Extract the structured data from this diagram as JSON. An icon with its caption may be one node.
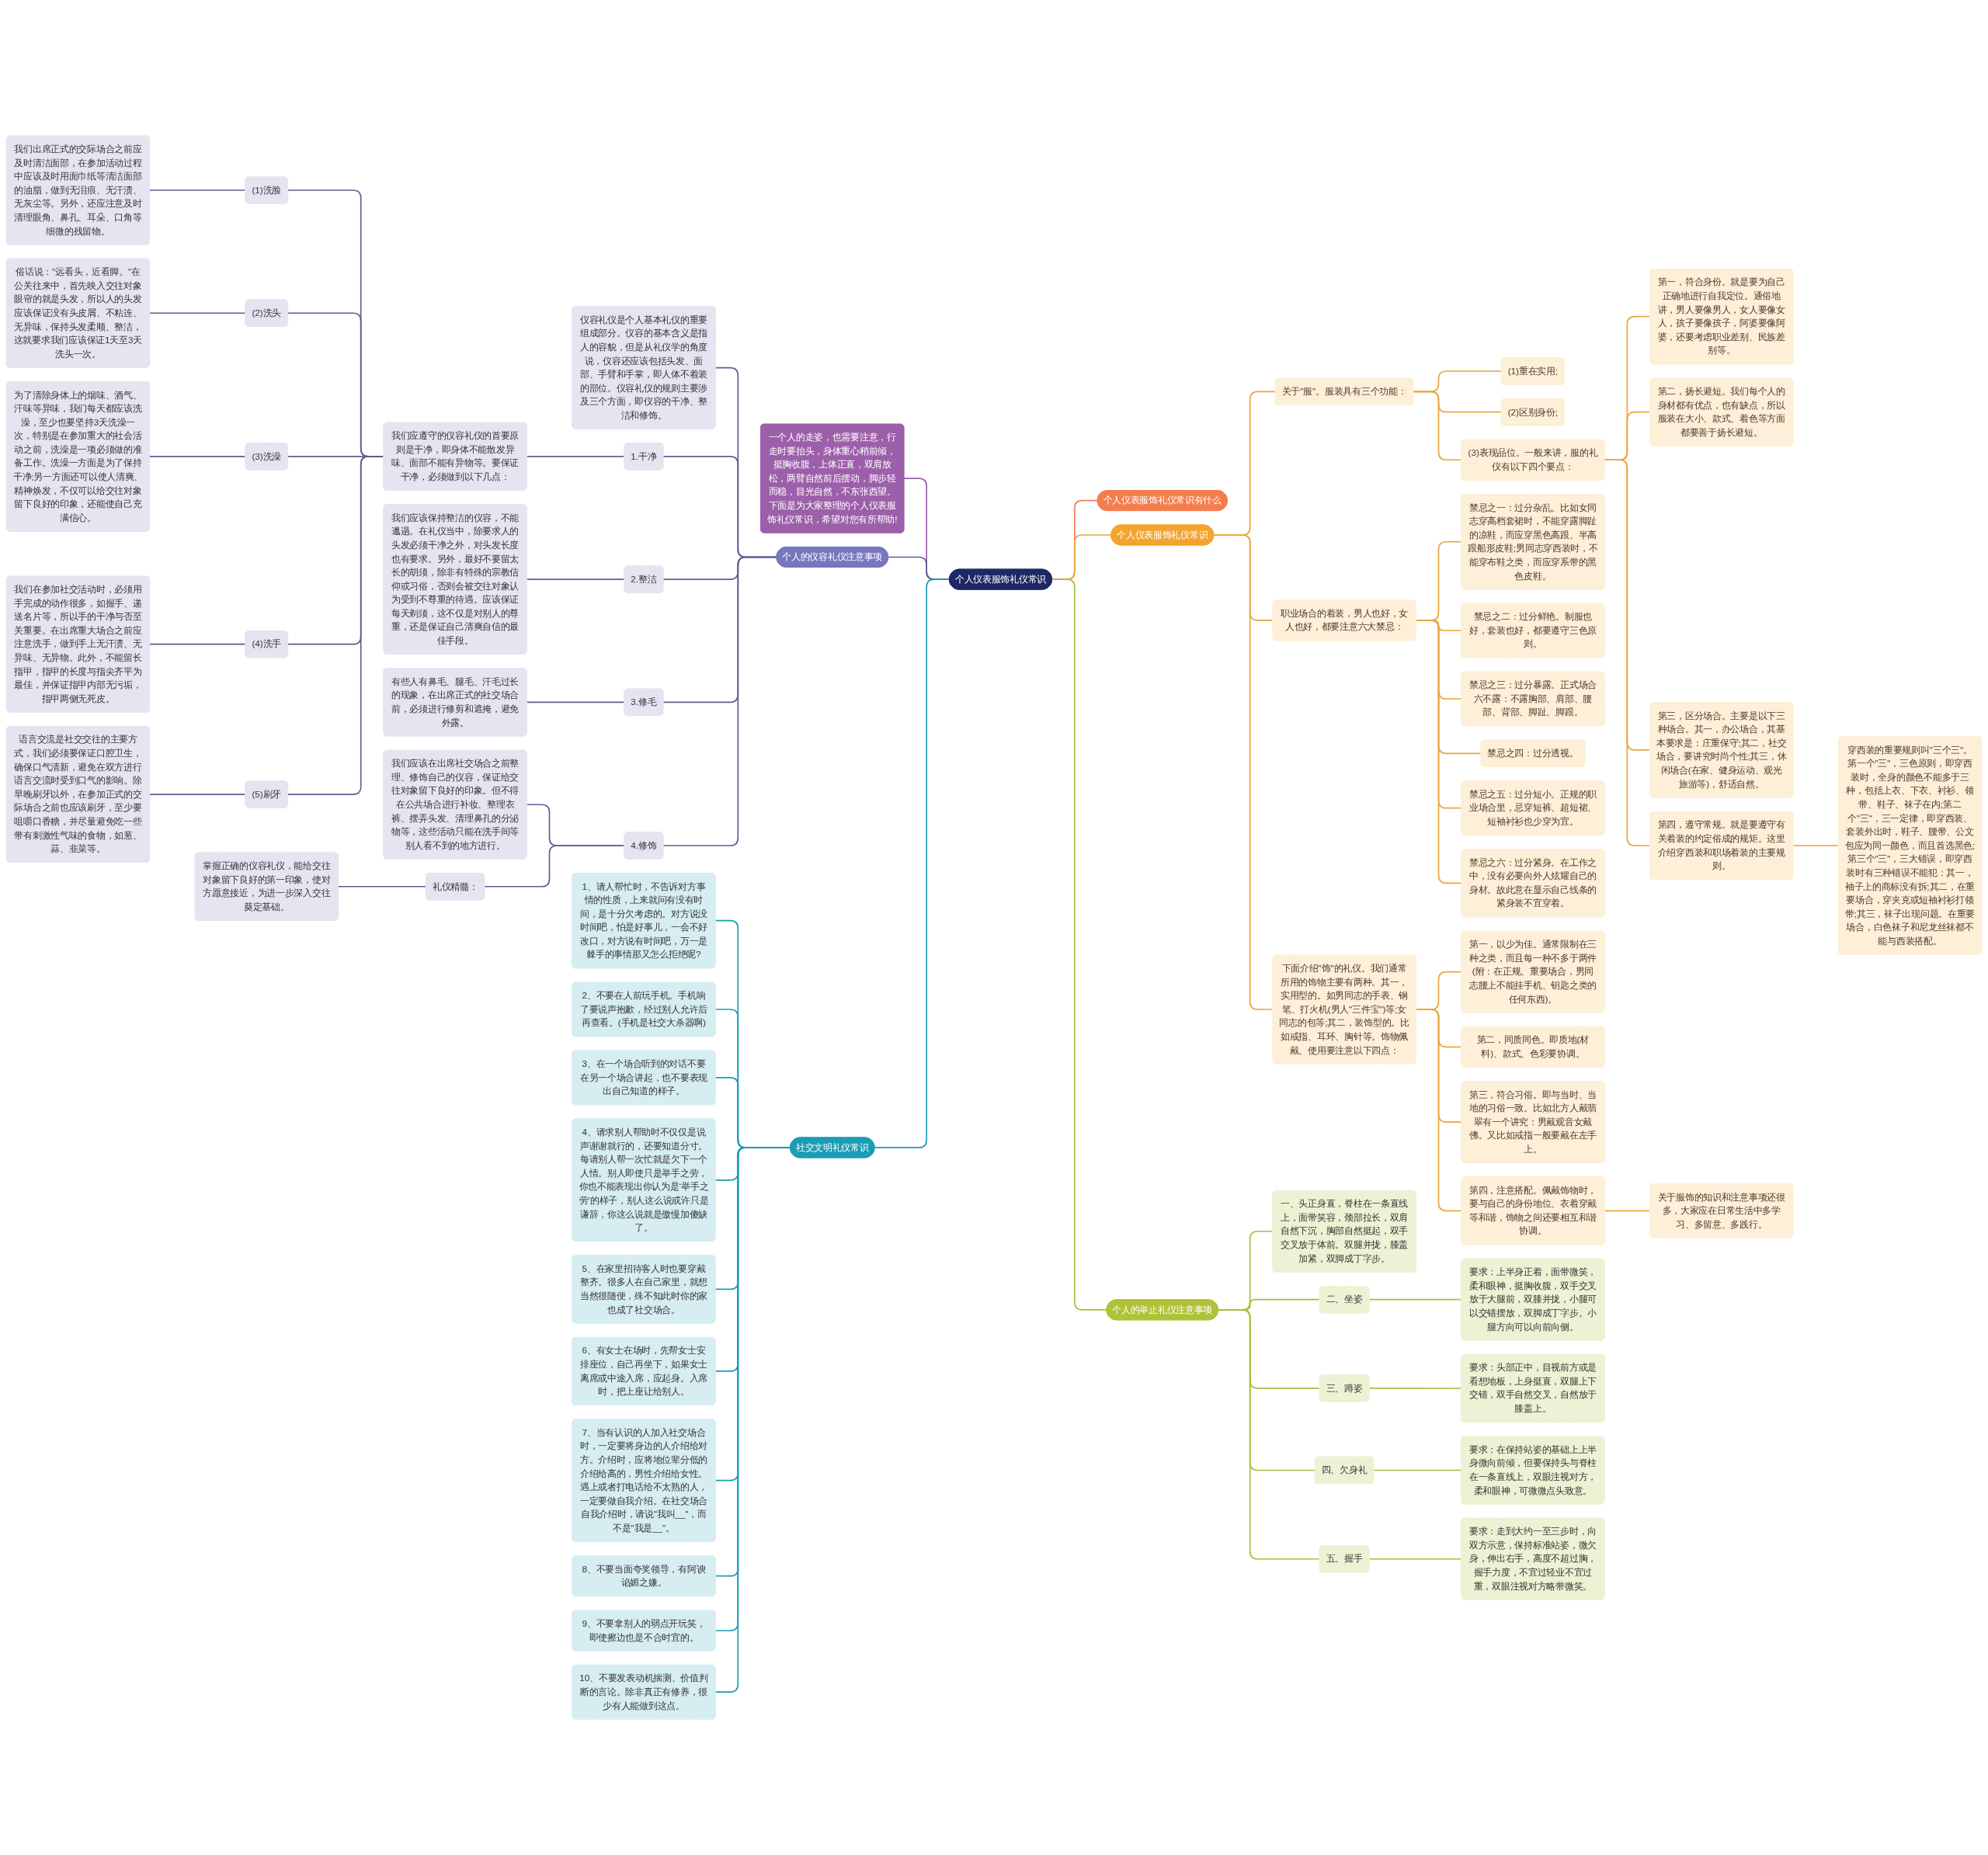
{
  "diagram": {
    "nodes": [
      {
        "text": [
          "个人仪表服饰礼仪常识"
        ]
      },
      {
        "text": [
          "一个人的走姿，也需要注意，行走时要抬头，身体重心稍前倾，挺胸收腹，上体正直，双肩放松，两臂自然前后摆动，脚步轻而稳，目光自然，不东张西望。下面是为大家整理的个人仪表服饰礼仪常识，希望对您有所帮助!"
        ]
      },
      {
        "text": [
          "个人仪表服饰礼仪常识有什么"
        ]
      },
      {
        "text": [
          "个人的仪容礼仪注意事项"
        ]
      },
      {
        "text": [
          "仪容礼仪是个人基本礼仪的重要组成部分。仪容的基本含义是指人的容貌，但是从礼仪学的角度说，仪容还应该包括头发、面部、手臂和手掌，即人体不着装的部位。仪容礼仪的规则主要涉及三个方面，即仪容的干净、整洁和修饰。"
        ]
      },
      {
        "text": [
          "1.干净"
        ]
      },
      {
        "text": [
          "我们应遵守的仪容礼仪的首要原则是干净，即身体不能散发异味、面部不能有异物等。要保证干净，必须做到以下几点："
        ]
      },
      {
        "text": [
          "(1)洗脸"
        ]
      },
      {
        "text": [
          "我们出席正式的交际场合之前应及时清洁面部，在参加活动过程中应该及时用面巾纸等清洁面部的油脂，做到无泪痕、无汗渍、无灰尘等。另外，还应注意及时清理眼角、鼻孔、耳朵、口角等细微的残留物。"
        ]
      },
      {
        "text": [
          "(2)洗头"
        ]
      },
      {
        "text": [
          "俗话说：\"远看头，近看脚。\"在公关往来中，首先映入交往对象眼帘的就是头发，所以人的头发应该保证没有头皮屑、不粘连、无异味，保持头发柔顺、整洁，这就要求我们应该保证1天至3天洗头一次。"
        ]
      },
      {
        "text": [
          "(3)洗澡"
        ]
      },
      {
        "text": [
          "为了清除身体上的烟味、酒气、汗味等异味，我们每天都应该洗澡，至少也要坚持3天洗澡一次，特别是在参加重大的社会活动之前，洗澡是一项必须做的准备工作。洗澡一方面是为了保持干净;另一方面还可以使人清爽、精神焕发，不仅可以给交往对象留下良好的印象，还能使自己充满信心。"
        ]
      },
      {
        "text": [
          "(4)洗手"
        ]
      },
      {
        "text": [
          "我们在参加社交活动时，必须用手完成的动作很多，如握手、递送名片等，所以手的干净与否至关重要。在出席重大场合之前应注意洗手，做到手上无汗渍、无异味、无异物。此外，不能留长指甲，指甲的长度与指尖齐平为最佳，并保证指甲内部无污垢，指甲两侧无死皮。"
        ]
      },
      {
        "text": [
          "(5)刷牙"
        ]
      },
      {
        "text": [
          "语言交流是社交交往的主要方式，我们必须要保证口腔卫生，确保口气清新，避免在双方进行语言交流时受到口气的影响。除早晚刷牙以外，在参加正式的交际场合之前也应该刷牙，至少要咀嚼口香糖，并尽量避免吃一些带有刺激性气味的食物，如葱、蒜、韭菜等。"
        ]
      },
      {
        "text": [
          "2.整洁"
        ]
      },
      {
        "text": [
          "我们应该保持整洁的仪容，不能邋遢。在礼仪当中，除要求人的头发必须干净之外，对头发长度也有要求。另外，最好不要留太长的胡须，除非有特殊的宗教信仰或习俗，否则会被交往对象认为受到不尊重的待遇。应该保证每天剃须，这不仅是对别人的尊重，还是保证自己清爽自信的最佳手段。"
        ]
      },
      {
        "text": [
          "3.修毛"
        ]
      },
      {
        "text": [
          "有些人有鼻毛、腿毛、汗毛过长的现象，在出席正式的社交场合前，必须进行修剪和遮掩，避免外露。"
        ]
      },
      {
        "text": [
          "4.修饰"
        ]
      },
      {
        "text": [
          "我们应该在出席社交场合之前整理、修饰自己的仪容，保证给交往对象留下良好的印象。但不得在公共场合进行补妆、整理衣裤、摆弄头发、清理鼻孔的分泌物等，这些活动只能在洗手间等别人看不到的地方进行。"
        ]
      },
      {
        "text": [
          "礼仪精髓："
        ]
      },
      {
        "text": [
          "掌握正确的仪容礼仪，能给交往对象留下良好的第一印象，使对方愿意接近，为进一步深入交往奠定基础。"
        ]
      },
      {
        "text": [
          "个人仪表服饰礼仪常识"
        ]
      },
      {
        "text": [
          "关于\"服\"。服装具有三个功能："
        ]
      },
      {
        "text": [
          "(1)重在实用;"
        ]
      },
      {
        "text": [
          "(2)区别身份;"
        ]
      },
      {
        "text": [
          "(3)表现品位。一般来讲，服的礼仪有以下四个要点："
        ]
      },
      {
        "text": [
          "第一，符合身份。就是要为自己正确地进行自我定位。通俗地讲，男人要像男人，女人要像女人，孩子要像孩子，阿婆要像阿婆，还要考虑职业差别、民族差别等。"
        ]
      },
      {
        "text": [
          "第二，扬长避短。我们每个人的身材都有优点，也有缺点，所以服装在大小、款式、着色等方面都要善于扬长避短。"
        ]
      },
      {
        "text": [
          "第三，区分场合。主要是以下三种场合。其一，办公场合，其基本要求是：庄重保守;其二，社交场合，要讲究时尚个性;其三，休闲场合(在家、健身运动、观光旅游等)，舒适自然。"
        ]
      },
      {
        "text": [
          "第四，遵守常规。就是要遵守有关着装的约定俗成的规矩。这里介绍穿西装和职场着装的主要规则。"
        ]
      },
      {
        "text": [
          "穿西装的重要规则叫\"三个三\"。第一个\"三\"，三色原则，即穿西装时，全身的颜色不能多于三种，包括上衣、下衣、衬衫、领带、鞋子、袜子在内;第二个\"三\"，三一定律，即穿西装、套装外出时，鞋子、腰带、公文包应为同一颜色，而且首选黑色;第三个\"三\"，三大错误，即穿西装时有三种错误不能犯：其一，袖子上的商标没有拆;其二，在重要场合，穿夹克或短袖衬衫打领带;其三，袜子出现问题。在重要场合，白色袜子和尼龙丝袜都不能与西装搭配。"
        ]
      },
      {
        "text": [
          "职业场合的着装，男人也好，女人也好，都要注意六大禁忌："
        ]
      },
      {
        "text": [
          "禁忌之一：过分杂乱。比如女同志穿高档套裙时，不能穿露脚趾的凉鞋，而应穿黑色高跟、半高跟船形皮鞋;男同志穿西装时，不能穿布鞋之类，而应穿系带的黑色皮鞋。"
        ]
      },
      {
        "text": [
          "禁忌之二：过分鲜艳。制服也好，套装也好，都要遵守三色原则。"
        ]
      },
      {
        "text": [
          "禁忌之三：过分暴露。正式场合六不露：不露胸部、肩部、腰部、背部、脚趾、脚跟。"
        ]
      },
      {
        "text": [
          "禁忌之四：过分透视。"
        ]
      },
      {
        "text": [
          "禁忌之五：过分短小。正规的职业场合里，忌穿短裤、超短裙、短袖衬衫也少穿为宜。"
        ]
      },
      {
        "text": [
          "禁忌之六：过分紧身。在工作之中，没有必要向外人炫耀自己的身材。故此意在显示自己线条的紧身装不宜穿着。"
        ]
      },
      {
        "text": [
          "下面介绍\"饰\"的礼仪。我们通常所用的饰物主要有两种。其一，实用型的。如男同志的手表、钢笔、打火机(男人\"三件宝\")等;女同志的包等;其二，装饰型的。比如戒指、耳环、胸针等。饰物佩戴、使用要注意以下四点："
        ]
      },
      {
        "text": [
          "第一，以少为佳。通常限制在三种之类，而且每一种不多于两件(附：在正规、重要场合，男同志腰上不能挂手机、钥匙之类的任何东西)。"
        ]
      },
      {
        "text": [
          "第二，同质同色。即质地(材料)、款式、色彩要协调。"
        ]
      },
      {
        "text": [
          "第三，符合习俗。即与当时、当地的习俗一致。比如北方人戴翡翠有一个讲究：男戴观音女戴佛。又比如戒指一般要戴在左手上。"
        ]
      },
      {
        "text": [
          "第四，注意搭配。佩戴饰物时，要与自己的身份地位、衣着穿戴等和谐，饰物之间还要相互和谐协调。"
        ]
      },
      {
        "text": [
          "关于服饰的知识和注意事项还很多，大家应在日常生活中多学习、多留意、多践行。"
        ]
      },
      {
        "text": [
          "社交文明礼仪常识"
        ]
      },
      {
        "text": [
          "1、请人帮忙时，不告诉对方事情的性质，上来就问有没有时间，是十分欠考虑的。对方说没时间吧，怕是好事儿，一会不好改口，对方说有时间吧，万一是棘手的事情那又怎么拒绝呢?"
        ]
      },
      {
        "text": [
          "2、不要在人前玩手机。手机响了要说声抱歉，经过别人允许后再查看。(手机是社交大杀器啊)"
        ]
      },
      {
        "text": [
          "3、在一个场合听到的对话不要在另一个场合讲起，也不要表现出自己知道的样子。"
        ]
      },
      {
        "text": [
          "4、请求别人帮助时不仅仅是说声谢谢就行的，还要知道分寸。每请别人帮一次忙就是欠下一个人情。别人即使只是举手之劳，你也不能表现出你认为是‘举手之劳’的样子，别人这么说或许只是谦辞，你这么说就是傲慢加傻缺了。"
        ]
      },
      {
        "text": [
          "5、在家里招待客人时也要穿戴整齐。很多人在自己家里，就想当然很随便，殊不知此时你的家也成了社交场合。"
        ]
      },
      {
        "text": [
          "6、有女士在场时，先帮女士安排座位，自己再坐下，如果女士离席或中途入席，应起身。入席时，把上座让给别人。"
        ]
      },
      {
        "text": [
          "7、当有认识的人加入社交场合时，一定要将身边的人介绍给对方。介绍时，应将地位辈分低的介绍给高的，男性介绍给女性。遇上或者打电话给不太熟的人，一定要做自我介绍。在社交场合自我介绍时，请说\"我叫__\"，而不是\"我是__\"。"
        ]
      },
      {
        "text": [
          "8、不要当面夸奖领导，有阿谀谄媚之嫌。"
        ]
      },
      {
        "text": [
          "9、不要拿别人的弱点开玩笑，即使擦边也是不合时宜的。"
        ]
      },
      {
        "text": [
          "10、不要发表动机揣测、价值判断的言论。除非真正有修养，很少有人能做到这点。"
        ]
      },
      {
        "text": [
          "个人的举止礼仪注意事项"
        ]
      },
      {
        "text": [
          "一、头正身直，脊柱在一条直线上，面带笑容，颈部拉长，双肩自然下沉，胸部自然挺起，双手交叉放于体前。双腿并拢，膝盖加紧，双脚成丁字步。"
        ]
      },
      {
        "text": [
          "二、坐姿"
        ]
      },
      {
        "text": [
          "要求：上半身正着，面带微笑，柔和眼神，挺胸收腹，双手交叉放于大腿前，双膝并拢，小腿可以交错摆放，双脚成丁字步。小腿方向可以向前向侧。"
        ]
      },
      {
        "text": [
          "三、蹲姿"
        ]
      },
      {
        "text": [
          "要求：头部正中，目视前方或是看想地板，上身挺直，双腿上下交错，双手自然交叉，自然放于膝盖上。"
        ]
      },
      {
        "text": [
          "四、欠身礼"
        ]
      },
      {
        "text": [
          "要求：在保持站姿的基础上上半身微向前倾，但要保持头与脊柱在一条直线上，双眼注视对方，柔和眼神，可微微点头致意。"
        ]
      },
      {
        "text": [
          "五、握手"
        ]
      },
      {
        "text": [
          "要求：走到大约一至三步时，向双方示意，保持标准站姿，微欠身，伸出右手，高度不超过胸，握手力度，不宜过轻业不宜过重，双眼注视对方略带微笑。"
        ]
      }
    ],
    "edges": [
      {
        "from": 1,
        "to": 0,
        "arrow": "none",
        "color": "#9c5fa9"
      },
      {
        "from": 0,
        "to": 2,
        "arrow": "none",
        "color": "#f47d4e"
      },
      {
        "from": 3,
        "to": 0,
        "arrow": "none",
        "color": "#5e5d90"
      },
      {
        "from": 4,
        "to": 3,
        "arrow": "none",
        "color": "#5e5d90"
      },
      {
        "from": 5,
        "to": 3,
        "arrow": "none",
        "color": "#5e5d90"
      },
      {
        "from": 6,
        "to": 5,
        "arrow": "none",
        "color": "#5e5d90"
      },
      {
        "from": 7,
        "to": 6,
        "arrow": "none",
        "color": "#5e5d90"
      },
      {
        "from": 8,
        "to": 7,
        "arrow": "none",
        "color": "#5e5d90"
      },
      {
        "from": 9,
        "to": 6,
        "arrow": "none",
        "color": "#5e5d90"
      },
      {
        "from": 10,
        "to": 9,
        "arrow": "none",
        "color": "#5e5d90"
      },
      {
        "from": 11,
        "to": 6,
        "arrow": "none",
        "color": "#5e5d90"
      },
      {
        "from": 12,
        "to": 11,
        "arrow": "none",
        "color": "#5e5d90"
      },
      {
        "from": 13,
        "to": 6,
        "arrow": "none",
        "color": "#5e5d90"
      },
      {
        "from": 14,
        "to": 13,
        "arrow": "none",
        "color": "#5e5d90"
      },
      {
        "from": 15,
        "to": 6,
        "arrow": "none",
        "color": "#5e5d90"
      },
      {
        "from": 16,
        "to": 15,
        "arrow": "none",
        "color": "#5e5d90"
      },
      {
        "from": 17,
        "to": 3,
        "arrow": "none",
        "color": "#5e5d90"
      },
      {
        "from": 18,
        "to": 17,
        "arrow": "none",
        "color": "#5e5d90"
      },
      {
        "from": 19,
        "to": 3,
        "arrow": "none",
        "color": "#5e5d90"
      },
      {
        "from": 20,
        "to": 19,
        "arrow": "none",
        "color": "#5e5d90"
      },
      {
        "from": 21,
        "to": 3,
        "arrow": "none",
        "color": "#5e5d90"
      },
      {
        "from": 22,
        "to": 21,
        "arrow": "none",
        "color": "#5e5d90"
      },
      {
        "from": 23,
        "to": 21,
        "arrow": "none",
        "color": "#5e5d90"
      },
      {
        "from": 24,
        "to": 23,
        "arrow": "none",
        "color": "#5e5d90"
      },
      {
        "from": 0,
        "to": 25,
        "arrow": "none"
      },
      {
        "from": 25,
        "to": 26,
        "arrow": "none"
      },
      {
        "from": 26,
        "to": 27,
        "arrow": "none"
      },
      {
        "from": 26,
        "to": 28,
        "arrow": "none"
      },
      {
        "from": 26,
        "to": 29,
        "arrow": "none"
      },
      {
        "from": 29,
        "to": 30,
        "arrow": "none"
      },
      {
        "from": 29,
        "to": 31,
        "arrow": "none"
      },
      {
        "from": 29,
        "to": 32,
        "arrow": "none"
      },
      {
        "from": 29,
        "to": 33,
        "arrow": "none"
      },
      {
        "from": 33,
        "to": 34,
        "arrow": "none"
      },
      {
        "from": 25,
        "to": 35,
        "arrow": "none"
      },
      {
        "from": 35,
        "to": 36,
        "arrow": "none"
      },
      {
        "from": 35,
        "to": 37,
        "arrow": "none"
      },
      {
        "from": 35,
        "to": 38,
        "arrow": "none"
      },
      {
        "from": 35,
        "to": 39,
        "arrow": "none"
      },
      {
        "from": 35,
        "to": 40,
        "arrow": "none"
      },
      {
        "from": 35,
        "to": 41,
        "arrow": "none"
      },
      {
        "from": 25,
        "to": 42,
        "arrow": "none"
      },
      {
        "from": 42,
        "to": 43,
        "arrow": "none"
      },
      {
        "from": 42,
        "to": 44,
        "arrow": "none"
      },
      {
        "from": 42,
        "to": 45,
        "arrow": "none"
      },
      {
        "from": 42,
        "to": 46,
        "arrow": "none"
      },
      {
        "from": 46,
        "to": 47,
        "arrow": "none"
      },
      {
        "from": 48,
        "to": 0,
        "arrow": "none",
        "color": "#1b9db5"
      },
      {
        "from": 49,
        "to": 48,
        "arrow": "none",
        "color": "#1b9db5"
      },
      {
        "from": 50,
        "to": 48,
        "arrow": "none",
        "color": "#1b9db5"
      },
      {
        "from": 51,
        "to": 48,
        "arrow": "none",
        "color": "#1b9db5"
      },
      {
        "from": 52,
        "to": 48,
        "arrow": "none",
        "color": "#1b9db5"
      },
      {
        "from": 53,
        "to": 48,
        "arrow": "none",
        "color": "#1b9db5"
      },
      {
        "from": 54,
        "to": 48,
        "arrow": "none",
        "color": "#1b9db5"
      },
      {
        "from": 55,
        "to": 48,
        "arrow": "none",
        "color": "#1b9db5"
      },
      {
        "from": 56,
        "to": 48,
        "arrow": "none",
        "color": "#1b9db5"
      },
      {
        "from": 57,
        "to": 48,
        "arrow": "none",
        "color": "#1b9db5"
      },
      {
        "from": 58,
        "to": 48,
        "arrow": "none",
        "color": "#1b9db5"
      },
      {
        "from": 0,
        "to": 59,
        "arrow": "none",
        "color": "#a9bd3a"
      },
      {
        "from": 59,
        "to": 60,
        "arrow": "none",
        "color": "#a9bd3a"
      },
      {
        "from": 59,
        "to": 61,
        "arrow": "none",
        "color": "#a9bd3a"
      },
      {
        "from": 61,
        "to": 62,
        "arrow": "none",
        "color": "#a9bd3a"
      },
      {
        "from": 59,
        "to": 63,
        "arrow": "none",
        "color": "#a9bd3a"
      },
      {
        "from": 63,
        "to": 64,
        "arrow": "none",
        "color": "#a9bd3a"
      },
      {
        "from": 59,
        "to": 65,
        "arrow": "none",
        "color": "#a9bd3a"
      },
      {
        "from": 65,
        "to": 66,
        "arrow": "none",
        "color": "#a9bd3a"
      },
      {
        "from": 59,
        "to": 67,
        "arrow": "none",
        "color": "#a9bd3a"
      },
      {
        "from": 67,
        "to": 68,
        "arrow": "none",
        "color": "#a9bd3a"
      }
    ]
  }
}
